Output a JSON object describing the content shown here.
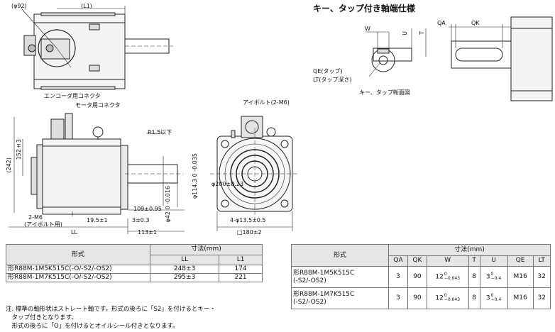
{
  "drawing": {
    "dims": {
      "phi92": "(φ92)",
      "L1": "(L1)",
      "encoder_connector": "エンコーダ用コネクタ",
      "motor_connector": "モータ用コネクタ",
      "eyebolt": "アイボルト(2-M6)",
      "r15": "R1.5以下",
      "h152": "152±3",
      "h242": "(242)",
      "phi42": "φ42",
      "phi42_tol": "0 -0.016",
      "phi1143": "φ114.3",
      "phi1143_tol": "0 -0.035",
      "phi200": "φ200±0.23",
      "m6": "2-M6",
      "m6_sub": "(アイボルト用)",
      "d109": "109±0.95",
      "d195": "19.5±1",
      "d3": "3±0.3",
      "d113": "113±1",
      "LL": "LL",
      "hole": "4-φ13.5±0.5",
      "sq180": "□180±2"
    },
    "key": {
      "title": "キー、タップ付き軸端仕様",
      "W": "W",
      "U": "U",
      "T": "T",
      "QA": "QA",
      "QK": "QK",
      "QE": "QE(タップ)",
      "LT": "LT(タップ深さ)",
      "section": "キー、タップ断面図"
    }
  },
  "table1": {
    "model_header": "形式",
    "dim_header": "寸法(mm)",
    "cols": [
      "LL",
      "L1"
    ],
    "rows": [
      {
        "model": "形R88M-1M5K515C(-O/-S2/-OS2)",
        "values": [
          "248±3",
          "174"
        ]
      },
      {
        "model": "形R88M-1M7K515C(-O/-S2/-OS2)",
        "values": [
          "295±3",
          "221"
        ]
      }
    ]
  },
  "table2": {
    "model_header": "形式",
    "dim_header": "寸法(mm)",
    "cols": [
      "QA",
      "QK",
      "W",
      "T",
      "U",
      "QE",
      "LT"
    ],
    "rows": [
      {
        "model": [
          "形R88M-1M5K515C",
          "(-S2/-OS2)"
        ],
        "QA": "3",
        "QK": "90",
        "W": "12",
        "W_tol": [
          "0",
          "−0.043"
        ],
        "T": "8",
        "U": "3",
        "U_tol": [
          "0",
          "−0.4"
        ],
        "QE": "M16",
        "LT": "32"
      },
      {
        "model": [
          "形R88M-1M7K515C",
          "(-S2/-OS2)"
        ],
        "QA": "3",
        "QK": "90",
        "W": "12",
        "W_tol": [
          "0",
          "−0.043"
        ],
        "T": "8",
        "U": "3",
        "U_tol": [
          "0",
          "−0.4"
        ],
        "QE": "M16",
        "LT": "32"
      }
    ]
  },
  "notes": [
    "注. 標準の軸形状はストレート軸です。形式の後ろに「S2」を付けるとキー・",
    "　タップ付きとなります。",
    "　形式の後ろに「O」を付けるとオイルシール付きとなります。"
  ]
}
